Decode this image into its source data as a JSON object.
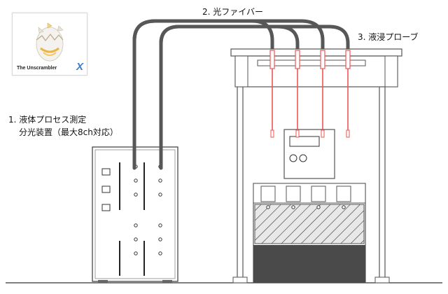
{
  "labels": {
    "fiber": "2. 光ファイバー",
    "probe": "3. 液浸プローブ",
    "device_line1": "1. 液体プロセス測定",
    "device_line2": "分光装置（最大8ch対応）"
  },
  "logo": {
    "text": "The Unscrambler",
    "mark": "X",
    "icon": "cracked-egg-icon"
  },
  "colors": {
    "fiber": "#575757",
    "probe": "#ee5555",
    "outline": "#555555",
    "liquid": "#4a4a4a"
  },
  "probe_count": 4,
  "hole_rows": 6
}
